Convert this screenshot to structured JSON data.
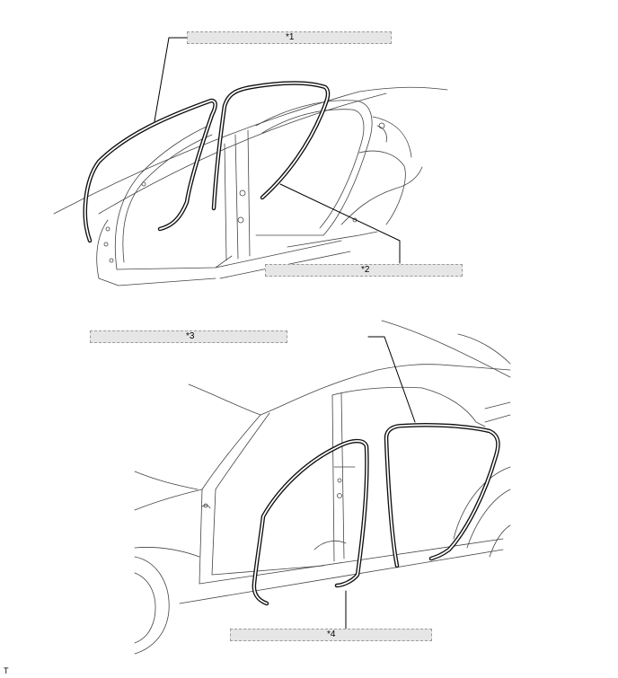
{
  "callouts": {
    "c1": "*1",
    "c2": "*2",
    "c3": "*3",
    "c4": "*4"
  },
  "corner_mark": "T"
}
